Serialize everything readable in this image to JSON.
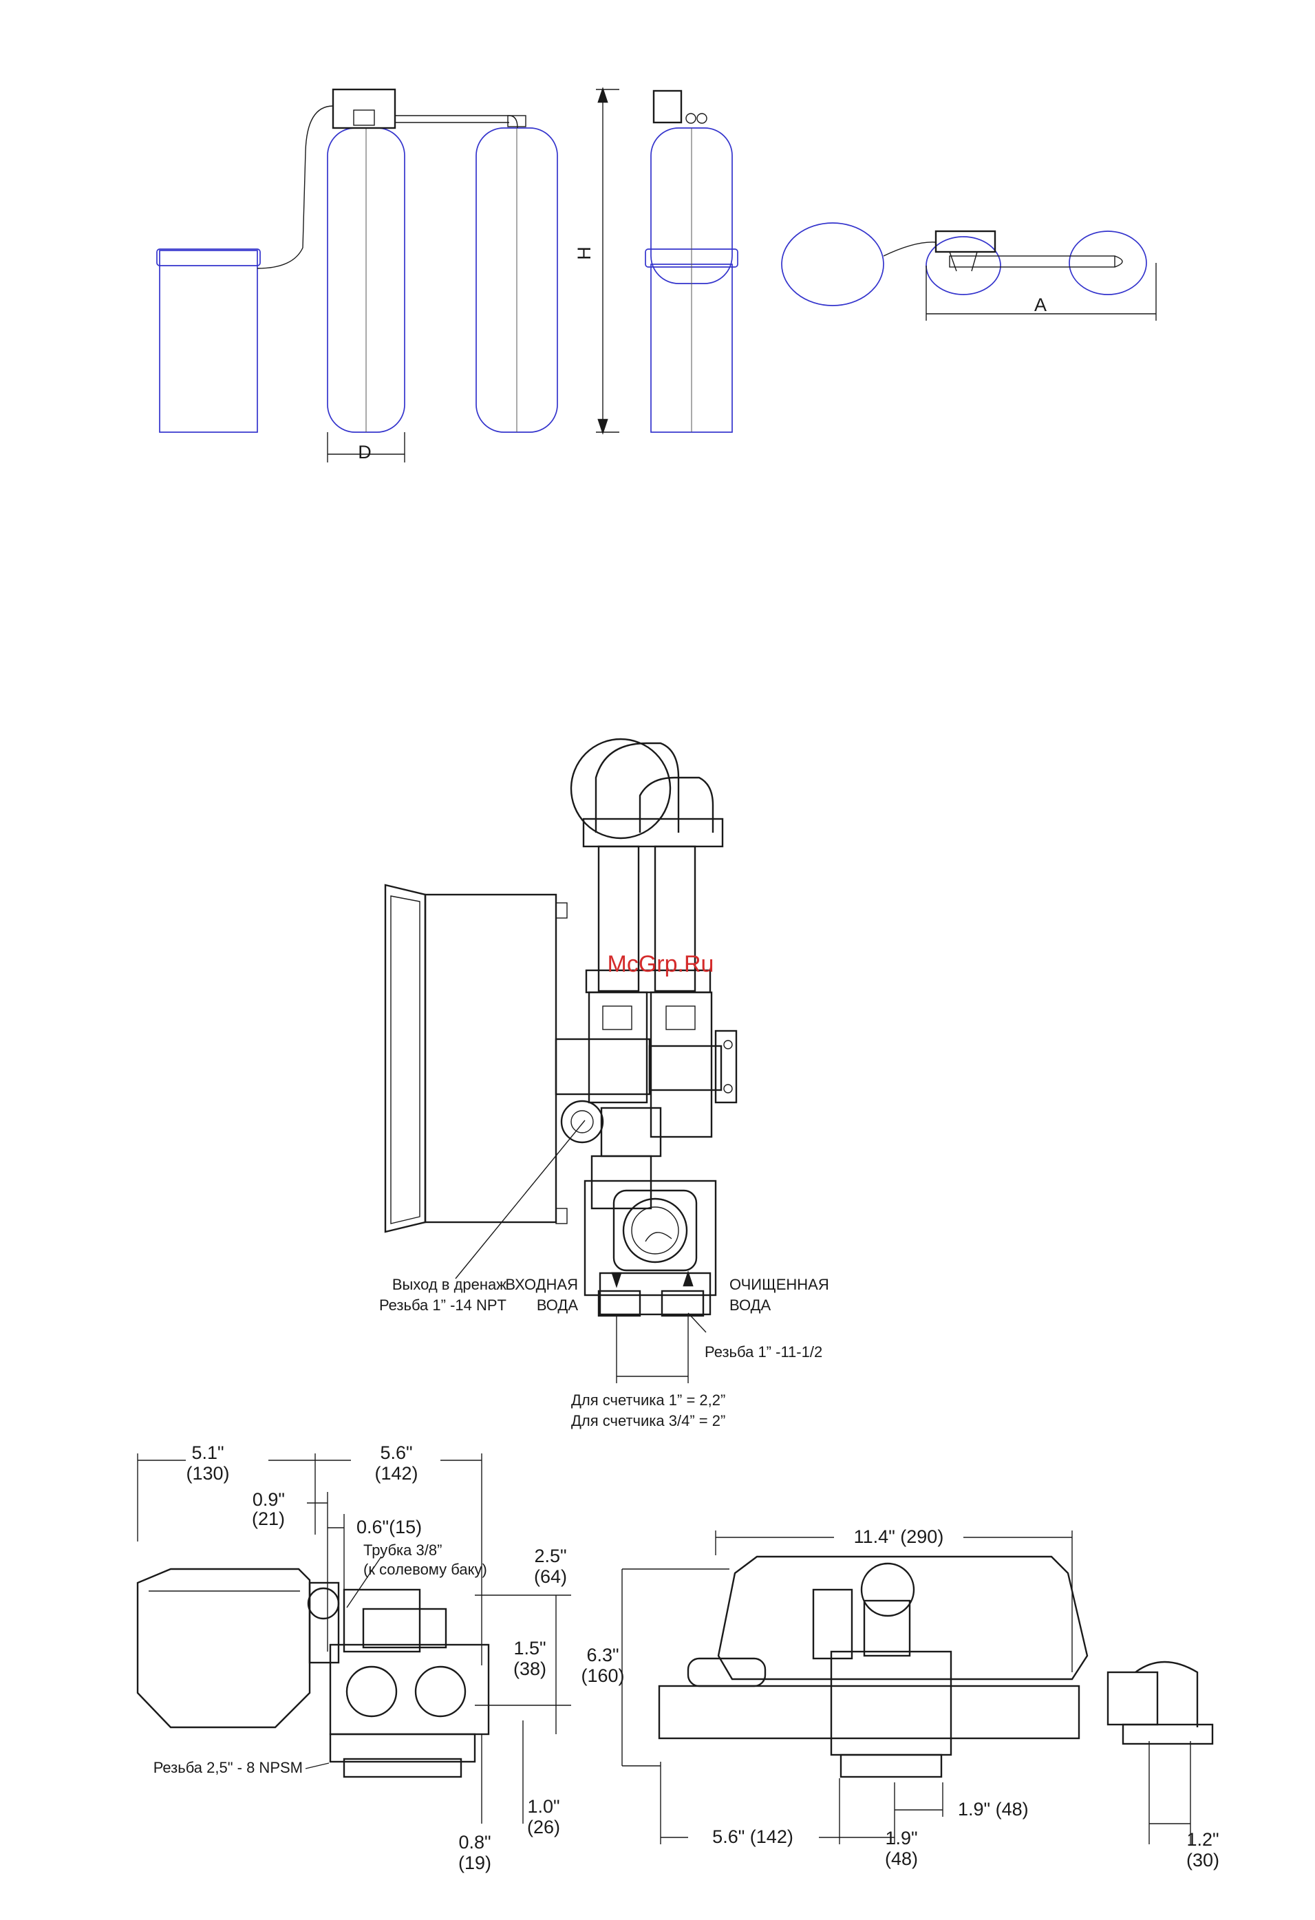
{
  "top_view": {
    "dim_d": "D",
    "dim_h": "H",
    "dim_a": "A"
  },
  "watermark": "McGrp.Ru",
  "valve_labels": {
    "drain_line1": "Выход в дренаж",
    "drain_line2": "Резьба 1” -14 NPT",
    "inlet_line1": "ВХОДНАЯ",
    "inlet_line2": "ВОДА",
    "outlet_line1": "ОЧИЩЕННАЯ",
    "outlet_line2": "ВОДА",
    "thread": "Резьба 1” -11-1/2",
    "meter1": "Для счетчика 1” = 2,2”",
    "meter34": "Для счетчика 3/4” = 2”"
  },
  "side_view": {
    "d_51": "5.1\"",
    "d_130": "(130)",
    "d_56": "5.6\"",
    "d_142": "(142)",
    "d_09": "0.9\"",
    "d_21": "(21)",
    "d_06": "0.6\"(15)",
    "tube1": "Трубка 3/8”",
    "tube2": "(к солевому баку)",
    "d_25": "2.5\"",
    "d_64": "(64)",
    "d_15": "1.5\"",
    "d_38": "(38)",
    "thread": "Резьба 2,5\" - 8 NPSM",
    "d_10": "1.0\"",
    "d_26": "(26)",
    "d_08": "0.8\"",
    "d_19": "(19)"
  },
  "front_view": {
    "d_114": "11.4\" (290)",
    "d_63": "6.3\"",
    "d_160": "(160)",
    "d_19a": "1.9\" (48)",
    "d_56": "5.6\" (142)",
    "d_19b": "1.9\"",
    "d_48": "(48)",
    "d_12": "1.2\"",
    "d_30": "(30)"
  }
}
